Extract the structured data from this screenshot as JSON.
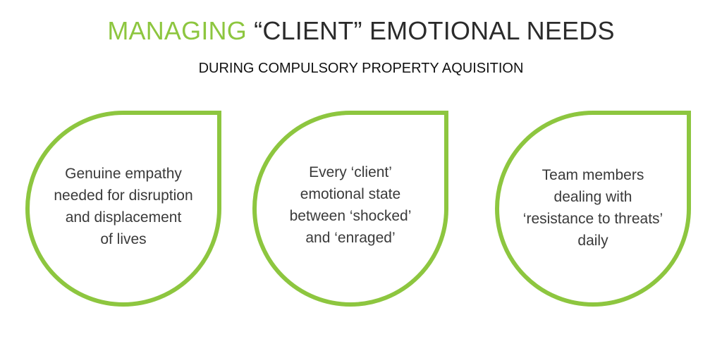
{
  "header": {
    "title_accent": "MANAGING",
    "title_rest": "“CLIENT” EMOTIONAL NEEDS",
    "subtitle": "DURING COMPULSORY PROPERTY AQUISITION"
  },
  "drops": [
    {
      "lines": [
        "Genuine empathy",
        "needed for disruption",
        "and displacement",
        "of lives"
      ]
    },
    {
      "lines": [
        "Every ‘client’",
        "emotional state",
        "between ‘shocked’",
        "and ‘enraged’"
      ]
    },
    {
      "lines": [
        "Team members",
        "dealing with",
        "‘resistance to threats’",
        "daily"
      ]
    }
  ],
  "colors": {
    "accent": "#8dc63f",
    "text": "#3a3a3a",
    "heading": "#2b2b2b"
  }
}
